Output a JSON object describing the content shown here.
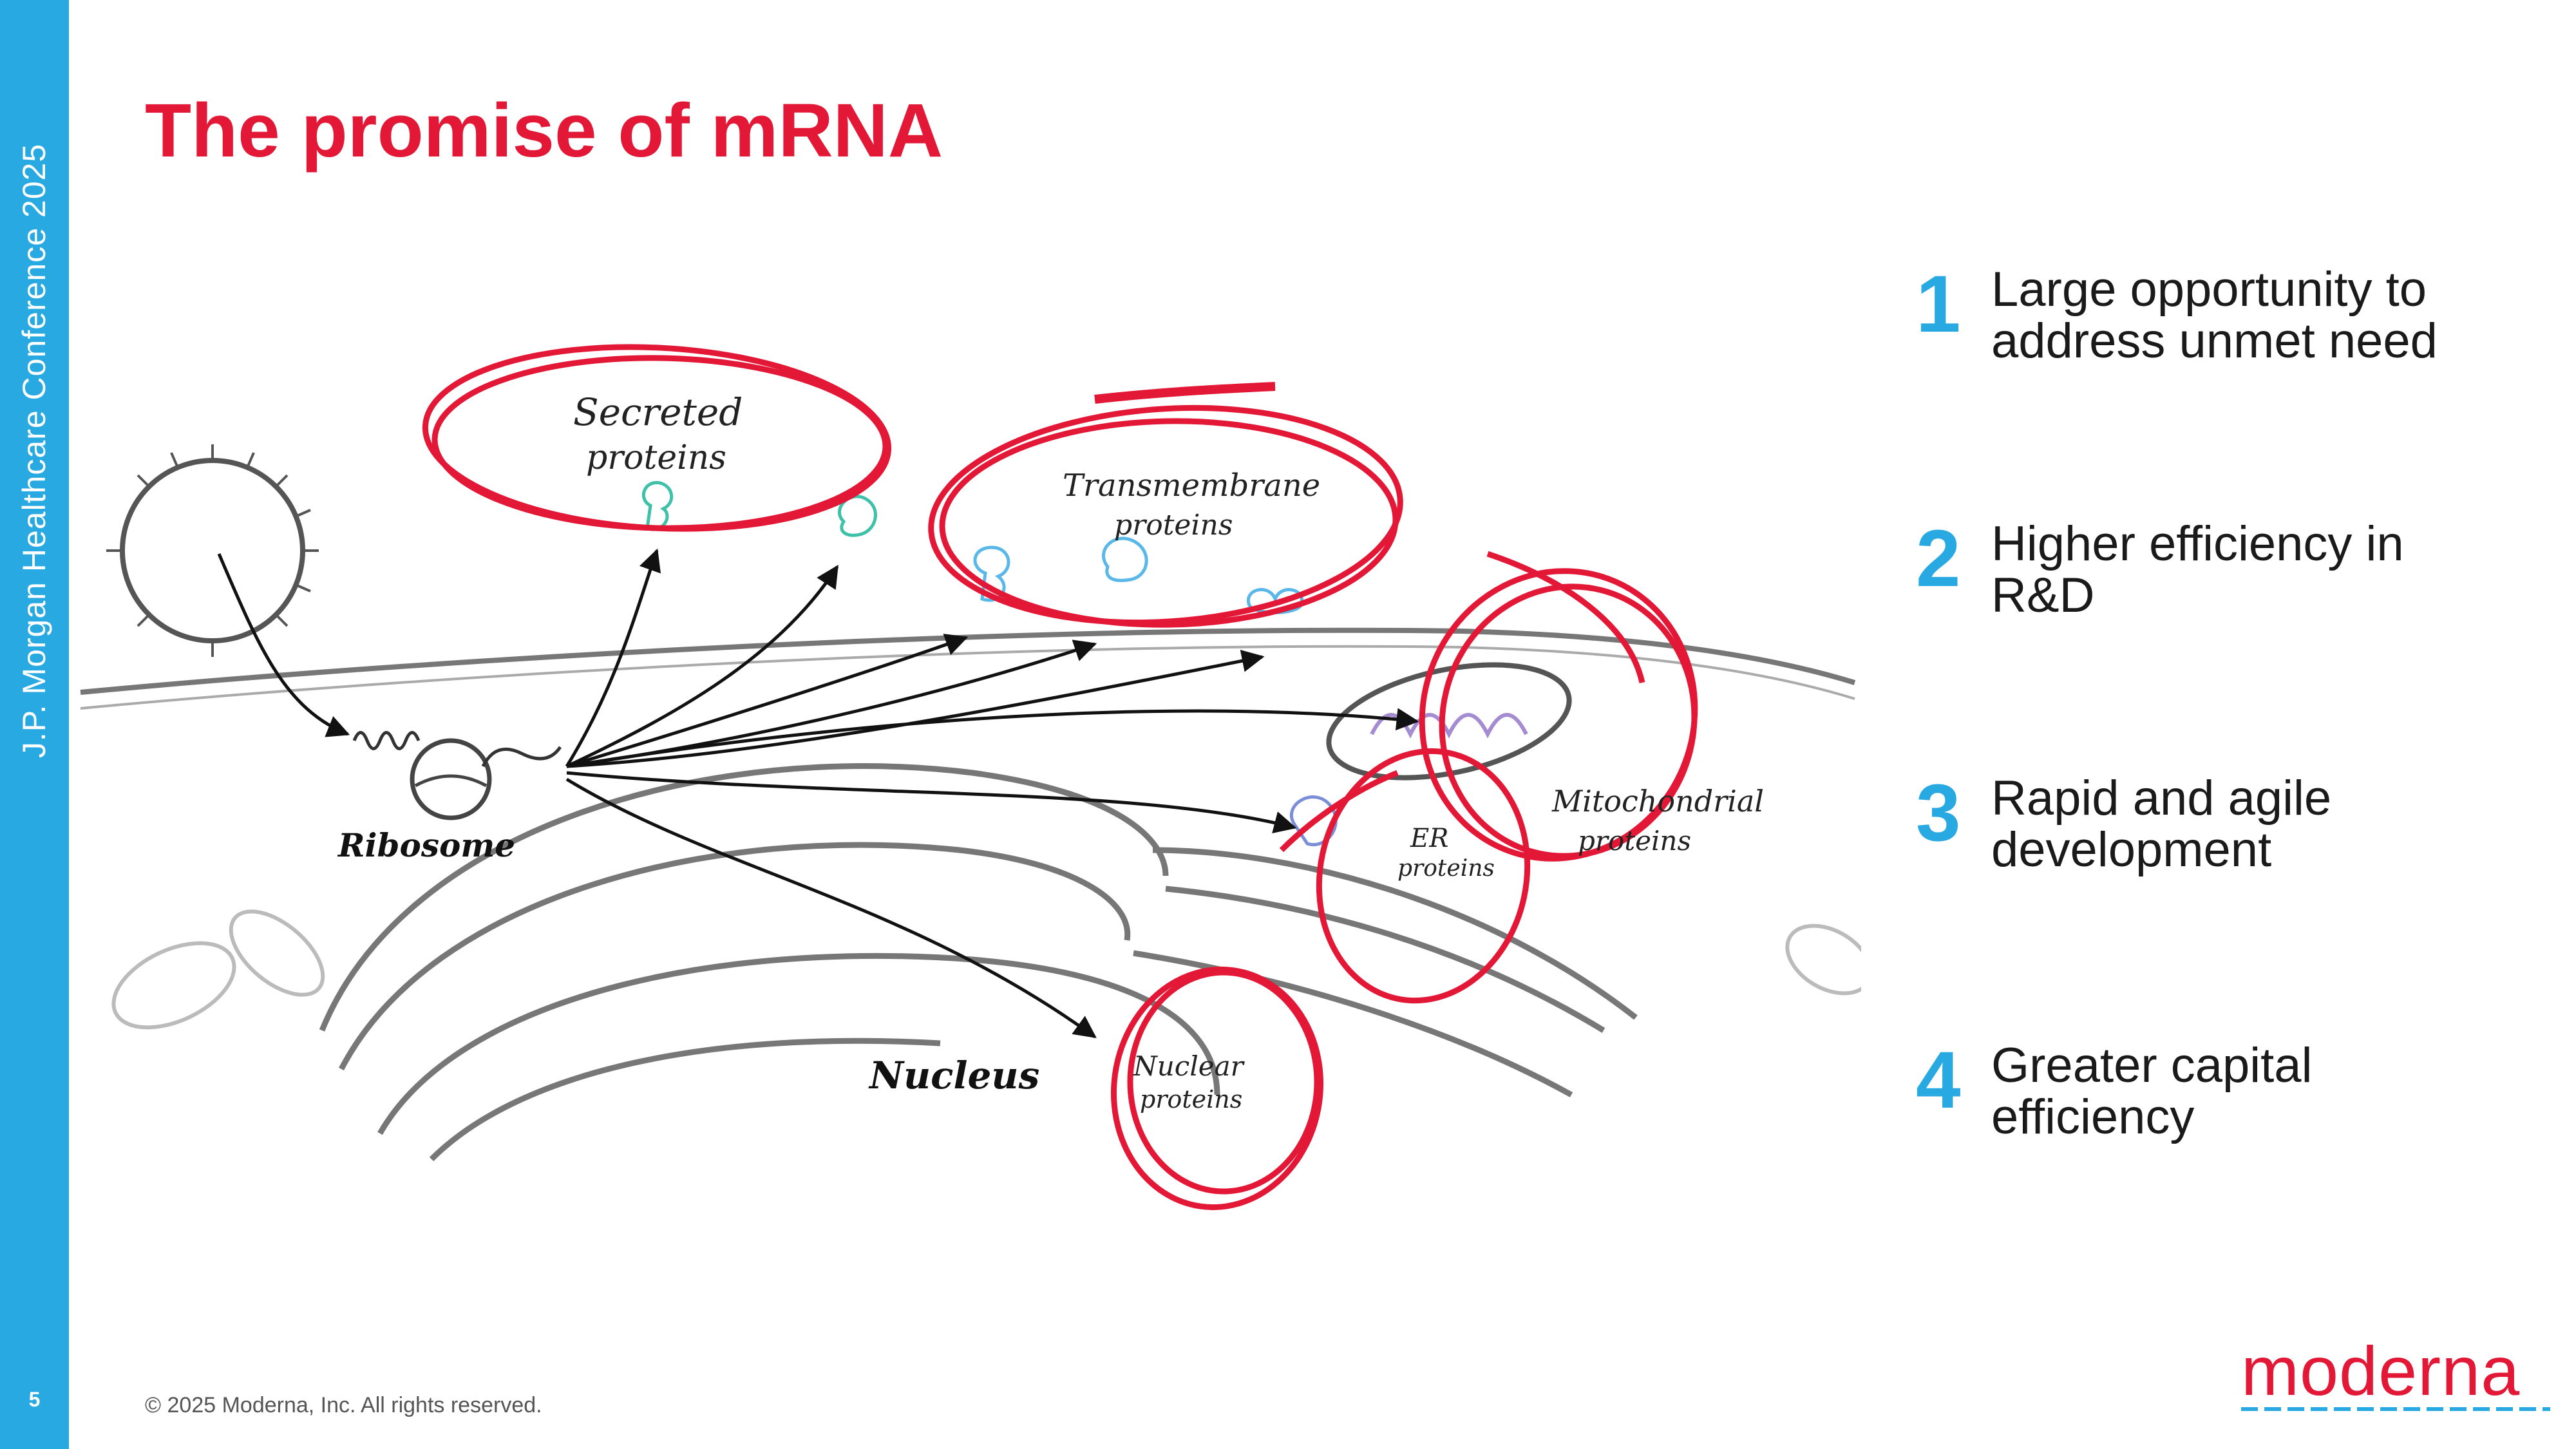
{
  "sidebar": {
    "title": "J.P. Morgan Healthcare Conference 2025",
    "page_number": "5"
  },
  "title": "The promise of mRNA",
  "diagram_labels": {
    "secreted": [
      "Secreted",
      "proteins"
    ],
    "transmembrane": [
      "Transmembrane",
      "proteins"
    ],
    "ribosome": "Ribosome",
    "mitochondrial": [
      "Mitochondrial",
      "proteins"
    ],
    "er": [
      "ER",
      "proteins"
    ],
    "nucleus": "Nucleus",
    "nuclear": [
      "Nuclear",
      "proteins"
    ]
  },
  "list": [
    {
      "num": "1",
      "text": "Large opportunity to address unmet need"
    },
    {
      "num": "2",
      "text": "Higher efficiency in R&D"
    },
    {
      "num": "3",
      "text": "Rapid and agile development"
    },
    {
      "num": "4",
      "text": "Greater capital efficiency"
    }
  ],
  "footer": "© 2025 Moderna, Inc. All rights reserved.",
  "logo": "moderna",
  "colors": {
    "accent_blue": "#29a9e1",
    "accent_red": "#e31837"
  }
}
